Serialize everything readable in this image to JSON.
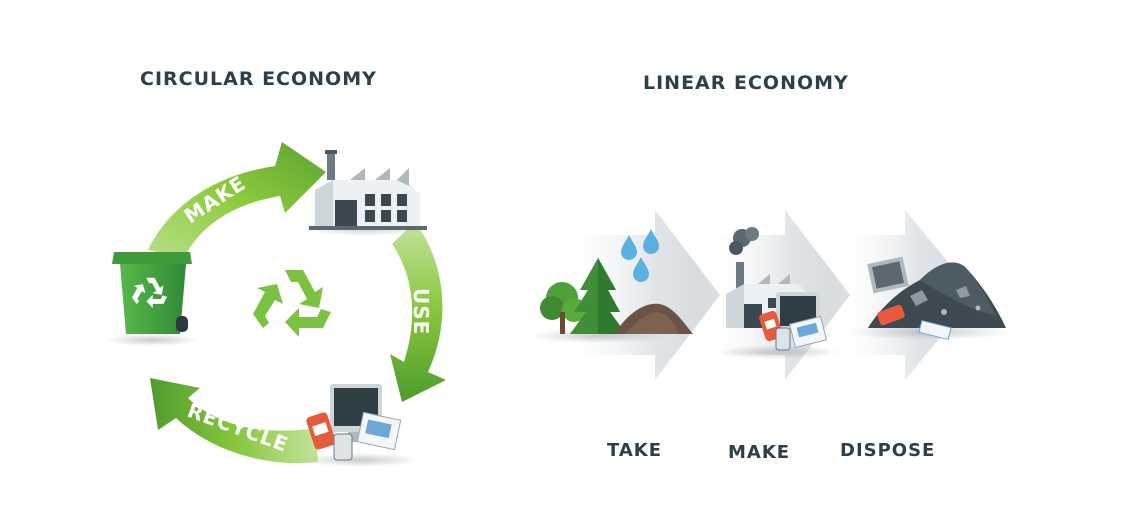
{
  "circular": {
    "title": "CIRCULAR ECONOMY",
    "steps": [
      "MAKE",
      "USE",
      "RECYCLE"
    ]
  },
  "linear": {
    "title": "LINEAR ECONOMY",
    "steps": [
      "TAKE",
      "MAKE",
      "DISPOSE"
    ]
  },
  "colors": {
    "title_text": "#2d3f4a",
    "arrow_green_light": "#8dcb3d",
    "arrow_green_dark": "#5aa332",
    "bin_green": "#49a83d",
    "linear_arrow_grey": "#dfe3e6"
  },
  "icons": [
    "factory-icon",
    "recycling-bin-icon",
    "recycle-symbol-icon",
    "electronics-icon",
    "trees-icon",
    "water-drops-icon",
    "soil-pile-icon",
    "smoking-factory-icon",
    "landfill-waste-icon"
  ]
}
